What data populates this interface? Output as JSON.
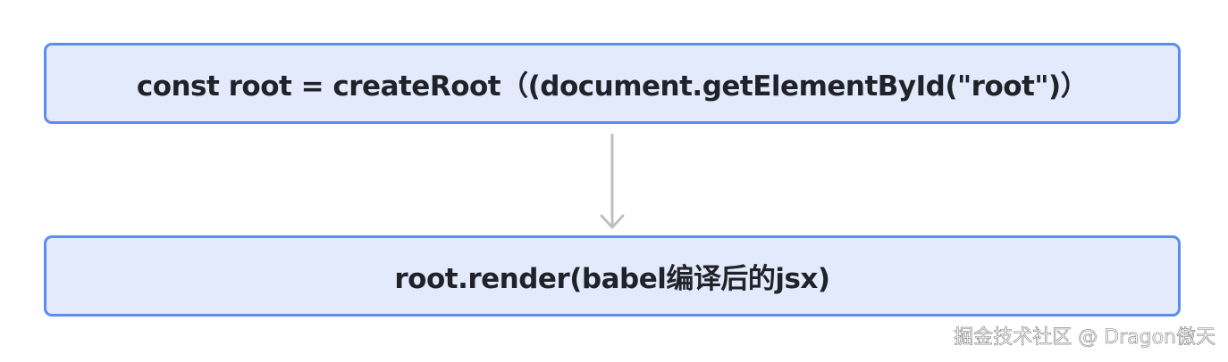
{
  "flowchart": {
    "nodes": [
      {
        "text": "const root = createRoot（(document.getElementById(\"root\")）"
      },
      {
        "text": "root.render(babel编译后的jsx)"
      }
    ],
    "edges": [
      {
        "from": 0,
        "to": 1
      }
    ],
    "colors": {
      "node_fill": "#e2eafc",
      "node_border": "#5b8def",
      "text": "#1f2329",
      "arrow": "#bfbfbf"
    }
  },
  "watermark": {
    "text": "掘金技术社区 @ Dragon傲天"
  }
}
